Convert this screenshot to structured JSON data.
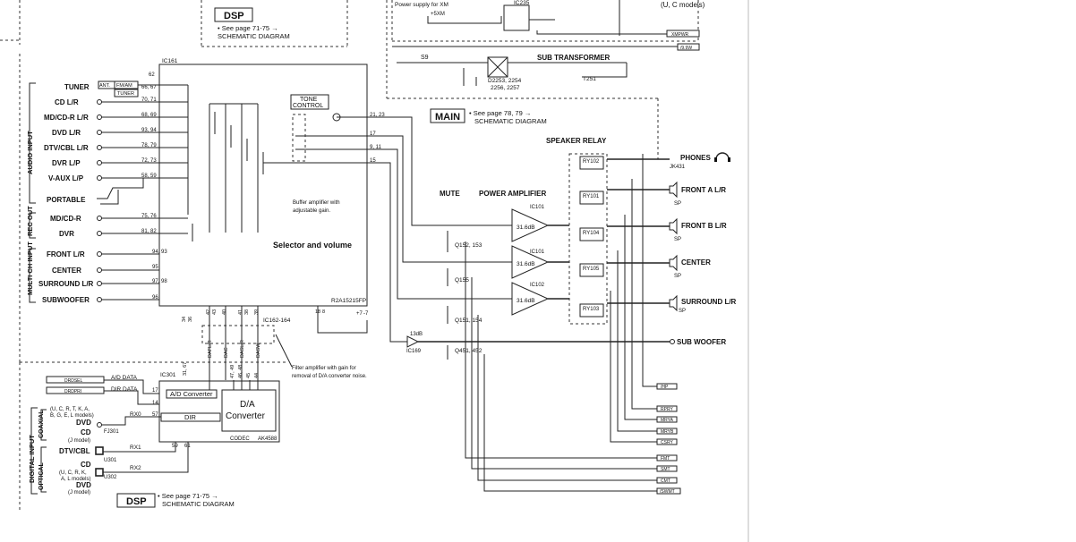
{
  "blocks": {
    "dsp_top": {
      "title": "DSP",
      "note": "• See page 71-75 →",
      "note2": "SCHEMATIC DIAGRAM"
    },
    "dsp_bottom": {
      "title": "DSP",
      "note": "• See page 71-75 →",
      "note2": "SCHEMATIC DIAGRAM"
    },
    "main": {
      "title": "MAIN",
      "note": "• See page 78, 79 →",
      "note2": "SCHEMATIC DIAGRAM"
    },
    "power_supply": "Power supply for XM",
    "plus5xm": "+5XM",
    "ic235": "IC235",
    "models_top": "(U, C models)",
    "xmpwr": "XMPWR",
    "plus9": "/9.9W",
    "s9": "S9",
    "sub_transformer": "SUB TRANSFORMER",
    "t251": "T251",
    "diodes": "D2253, 2254",
    "diodes2": "2256, 2257"
  },
  "audio_input": {
    "group_label": "AUDIO INPUT",
    "items": [
      {
        "label": "TUNER",
        "pins": "66, 67"
      },
      {
        "label": "CD L/R",
        "pins": "70, 71"
      },
      {
        "label": "MD/CD-R L/R",
        "pins": "68, 69"
      },
      {
        "label": "DVD L/R",
        "pins": "93, 94"
      },
      {
        "label": "DTV/CBL L/R",
        "pins": "78, 79"
      },
      {
        "label": "DVR L/P",
        "pins": "72, 73"
      },
      {
        "label": "V-AUX L/P",
        "pins": "58, 59"
      },
      {
        "label": "PORTABLE",
        "pins": ""
      }
    ]
  },
  "rec_out": {
    "group_label": "REC OUT",
    "items": [
      {
        "label": "MD/CD-R",
        "pins": "75, 76"
      },
      {
        "label": "DVR",
        "pins": "81, 82"
      }
    ]
  },
  "multich_input": {
    "group_label": "MULTI CH INPUT",
    "items": [
      {
        "label": "FRONT L/R",
        "pins": "94, 93"
      },
      {
        "label": "CENTER",
        "pins": "95"
      },
      {
        "label": "SURROUND L/R",
        "pins": "97, 98"
      },
      {
        "label": "SUBWOOFER",
        "pins": "96"
      }
    ]
  },
  "ic161": {
    "name": "IC161",
    "chip": "R2A15215FP",
    "selector": "Selector and volume",
    "tone": "TONE",
    "control": "CONTROL",
    "buffer_note1": "Buffer amplifier with",
    "buffer_note2": "adjustable gain.",
    "pin_62": "62",
    "pins_right": [
      "21, 23",
      "17",
      "9, 11",
      "15"
    ],
    "pins_bottom": [
      "34",
      "36",
      "42",
      "43",
      "40",
      "41",
      "38",
      "39",
      "18",
      "8",
      "+7",
      "-7"
    ],
    "ant": "ANT.",
    "fm_am": "FM/AM",
    "tuner_box": "TUNER"
  },
  "filter": {
    "ic": "IC162-164",
    "labels": [
      "DAFL/R",
      "DAC",
      "DASL/R",
      "DASW"
    ],
    "note1": "Filter amplifier with gain for",
    "note2": "removal of D/A converter noise."
  },
  "codec": {
    "name": "IC301",
    "pins_top": [
      "31, 67",
      "47, 49",
      "46, 48",
      "45",
      "44"
    ],
    "ad": "A/D Converter",
    "da1": "D/A",
    "da2": "Converter",
    "dir": "DIR",
    "codec_label": "CODEC",
    "chip": "AK4588",
    "ad_data": "A/D DATA",
    "dir_data": "DIR DATA",
    "drdsel": "DRDSEL",
    "drdpri": "DRDPRI",
    "pin17": "17",
    "pin14": "14",
    "pin57": "57",
    "pin59": "59",
    "pin61": "61",
    "rx0": "RX0",
    "rx1": "RX1",
    "rx2": "RX2"
  },
  "digital_input": {
    "group_label": "DIGITAL INPUT",
    "coaxial": "COAXIAL",
    "optical": "OPTICAL",
    "models1": "(U, C, R, T, K, A,",
    "models1b": "B, G, E, L models)",
    "dvd": "DVD",
    "cd": "CD",
    "j_model": "(J model)",
    "fj301": "FJ301",
    "dtv": "DTV/CBL",
    "u301": "U301",
    "cd2": "CD",
    "models2": "(U, C, R, K,",
    "models2b": "A, L models)",
    "dvd2": "DVD",
    "j_model2": "(J model)",
    "u302": "U302"
  },
  "power_amp": {
    "mute": "MUTE",
    "title": "POWER AMPLIFIER",
    "speaker_relay": "SPEAKER RELAY",
    "amps": [
      {
        "ic": "IC101",
        "gain": "31.6dB"
      },
      {
        "ic": "IC101",
        "gain": "31.6dB"
      },
      {
        "ic": "IC102",
        "gain": "31.6dB"
      }
    ],
    "transistors": [
      "Q152, 153",
      "Q155",
      "Q151, 154",
      "Q451, 452"
    ],
    "ic169": "IC169",
    "db13": "13dB",
    "relays": [
      "RY102",
      "RY101",
      "RY104",
      "RY105",
      "RY103"
    ],
    "jk431": "JK431",
    "sp": "SP"
  },
  "outputs": [
    {
      "label": "PHONES"
    },
    {
      "label": "FRONT A L/R"
    },
    {
      "label": "FRONT B L/R"
    },
    {
      "label": "CENTER"
    },
    {
      "label": "SURROUND L/R"
    },
    {
      "label": "SUB WOOFER"
    }
  ],
  "control_signals": [
    "/HP",
    "RPRY",
    "MRYA",
    "MRYB",
    "CSRY",
    "FMT",
    "SMT",
    "CMT",
    "/SWMT"
  ]
}
